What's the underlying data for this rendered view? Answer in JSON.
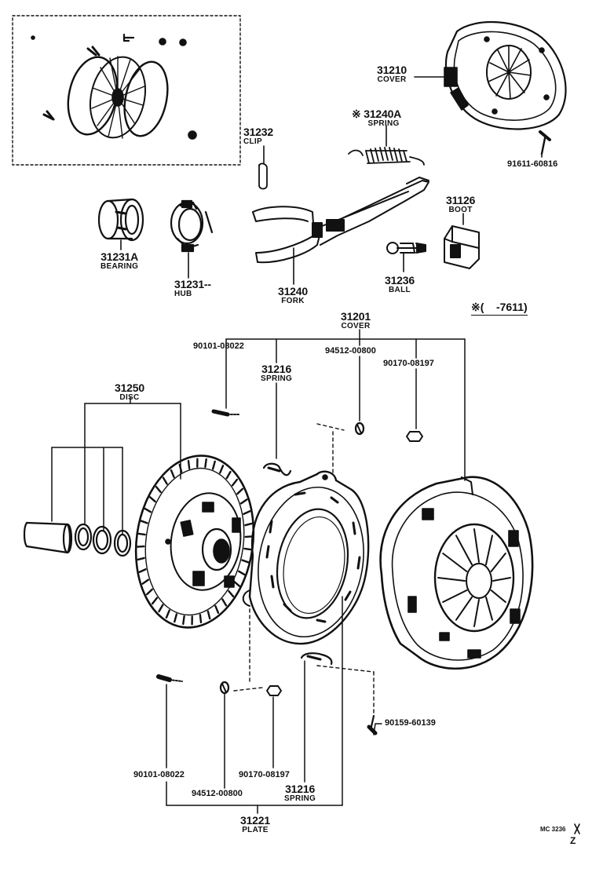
{
  "labels": {
    "p31210": {
      "pn": "31210",
      "name": "COVER"
    },
    "p31240A": {
      "pn": "31240A",
      "name": "SPRING",
      "mark": "※"
    },
    "p31232": {
      "pn": "31232",
      "name": "CLIP"
    },
    "p91611": {
      "pn": "91611-60816"
    },
    "p31126": {
      "pn": "31126",
      "name": "BOOT"
    },
    "p31231A": {
      "pn": "31231A",
      "name": "BEARING"
    },
    "p31231": {
      "pn": "31231--",
      "name": "HUB"
    },
    "p31240": {
      "pn": "31240",
      "name": "FORK"
    },
    "p31236": {
      "pn": "31236",
      "name": "BALL"
    },
    "p31201": {
      "pn": "31201",
      "name": "COVER"
    },
    "p90101top": {
      "pn": "90101-08022"
    },
    "p94512top": {
      "pn": "94512-00800"
    },
    "p31216top": {
      "pn": "31216",
      "name": "SPRING"
    },
    "p90170top": {
      "pn": "90170-08197"
    },
    "p31250": {
      "pn": "31250",
      "name": "DISC"
    },
    "p90159": {
      "pn": "90159-60139"
    },
    "p90101bot": {
      "pn": "90101-08022"
    },
    "p94512bot": {
      "pn": "94512-00800"
    },
    "p90170bot": {
      "pn": "90170-08197"
    },
    "p31216bot": {
      "pn": "31216",
      "name": "SPRING"
    },
    "p31221": {
      "pn": "31221",
      "name": "PLATE"
    }
  },
  "note": "※(    -7611)",
  "drawing_code": "MC 3236",
  "corner_letter": "Z",
  "colors": {
    "ink": "#111111",
    "paper": "#ffffff"
  }
}
